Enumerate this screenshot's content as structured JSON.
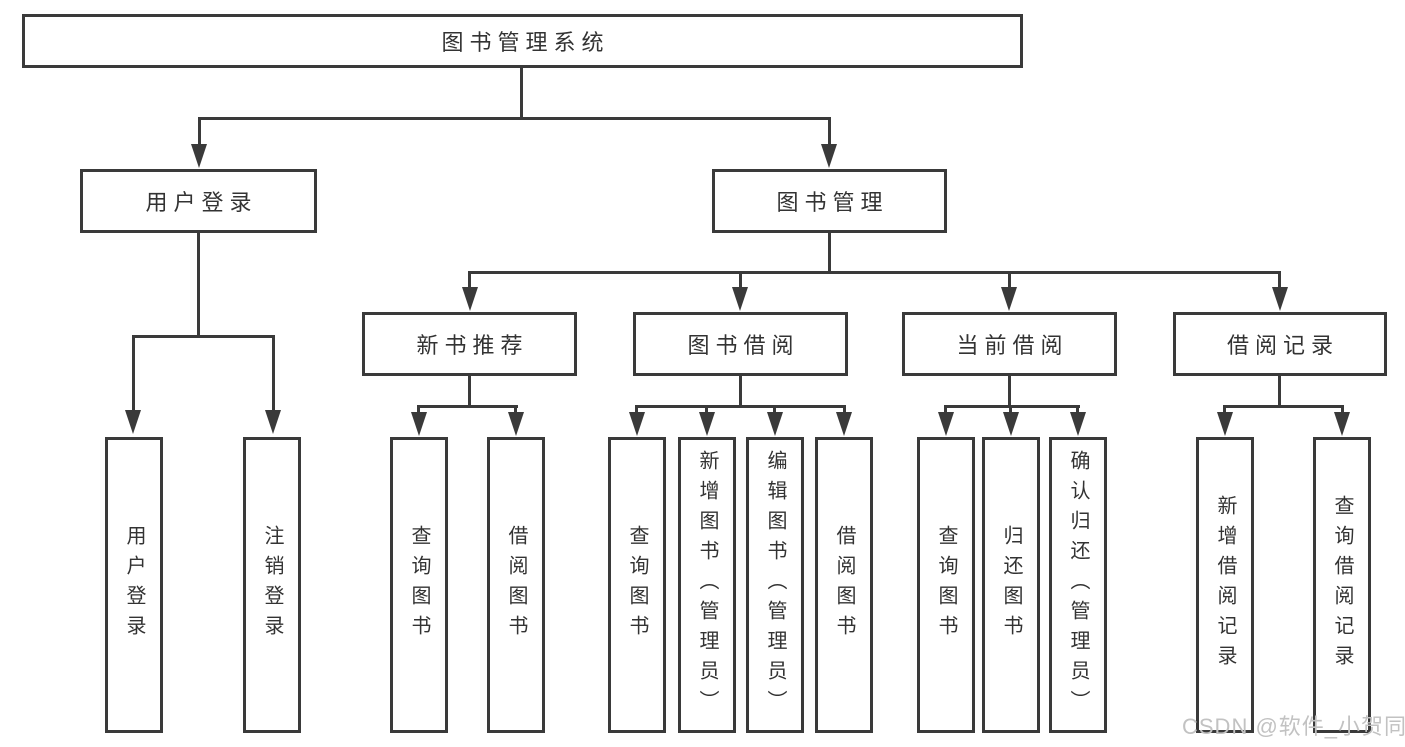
{
  "colors": {
    "line": "#3a3a3a",
    "text": "#333333",
    "background": "#ffffff",
    "watermark": "#c2c2c2"
  },
  "tree": {
    "root": {
      "label": "图书管理系统"
    },
    "level2": [
      {
        "label": "用户登录",
        "leaves": [
          "用户登录",
          "注销登录"
        ]
      },
      {
        "label": "图书管理",
        "sections": [
          {
            "label": "新书推荐",
            "leaves": [
              "查询图书",
              "借阅图书"
            ]
          },
          {
            "label": "图书借阅",
            "leaves": [
              "查询图书",
              "新增图书（管理员）",
              "编辑图书（管理员）",
              "借阅图书"
            ]
          },
          {
            "label": "当前借阅",
            "leaves": [
              "查询图书",
              "归还图书",
              "确认归还（管理员）"
            ]
          },
          {
            "label": "借阅记录",
            "leaves": [
              "新增借阅记录",
              "查询借阅记录"
            ]
          }
        ]
      }
    ]
  },
  "watermark": "CSDN @软件_小贺同学"
}
